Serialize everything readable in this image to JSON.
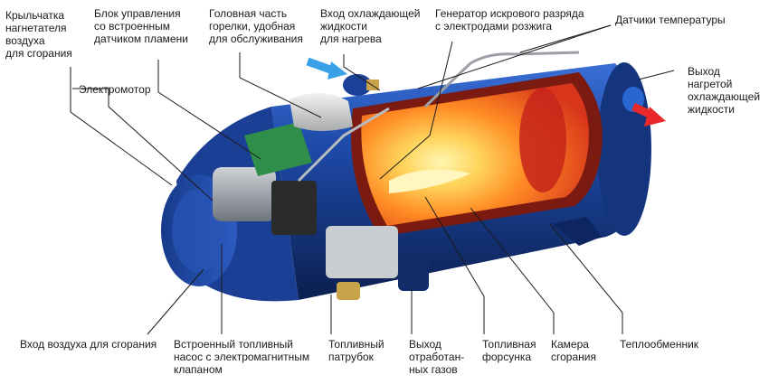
{
  "labels": {
    "fan": "Крыльчатка\nнагнетателя\nвоздуха\nдля сгорания",
    "control_unit": "Блок управления\nсо встроенным\nдатчиком пламени",
    "burner_head": "Головная часть\nгорелки, удобная\nдля обслуживания",
    "coolant_in": "Вход охлаждающей\nжидкости\nдля нагрева",
    "spark_generator": "Генератор искрового разряда\nс электродами розжига",
    "temp_sensors": "Датчики температуры",
    "electromotor": "Электромотор",
    "coolant_out": "Выход\nнагретой\nохлаждающей\nжидкости",
    "air_in": "Вход воздуха для сгорания",
    "fuel_pump": "Встроенный топливный\nнасос с электромагнитным\nклапаном",
    "fuel_pipe": "Топливный\nпатрубок",
    "exhaust": "Выход\nотработан-\nных газов",
    "injector": "Топливная\nфорсунка",
    "chamber": "Камера\nсгорания",
    "heat_exchanger": "Теплообменник"
  },
  "colors": {
    "body_dark": "#0f2a66",
    "body_mid": "#1e4aa8",
    "body_light": "#3a6fd6",
    "flame_core": "#fff2a0",
    "flame_mid": "#ff9a2a",
    "flame_outer": "#e8461a",
    "inlet_arrow": "#3aa0e8",
    "outlet_arrow": "#e8282a",
    "leader": "#1a1a1a"
  }
}
